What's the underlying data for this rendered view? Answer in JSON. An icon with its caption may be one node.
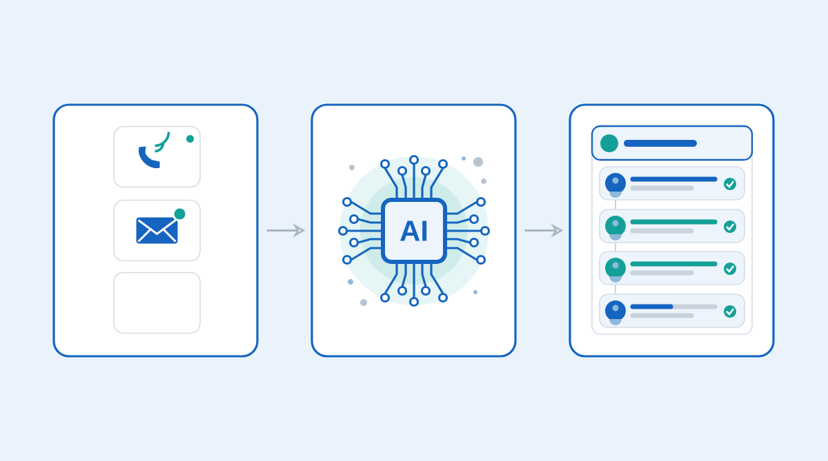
{
  "diagram": {
    "nodes": [
      {
        "text": [],
        "shape": "box"
      },
      {
        "text": [],
        "shape": "box",
        "in": 0
      },
      {
        "text": [],
        "shape": "box",
        "in": 0
      },
      {
        "text": [],
        "shape": "box",
        "in": 0
      },
      {
        "text": [],
        "shape": "box"
      },
      {
        "text": [
          "AI"
        ],
        "in": 4
      },
      {
        "text": [],
        "shape": "box"
      }
    ],
    "edges": [
      {
        "from": 0,
        "to": 4,
        "arrow": "to"
      },
      {
        "from": 4,
        "to": 6,
        "arrow": "to"
      }
    ]
  }
}
